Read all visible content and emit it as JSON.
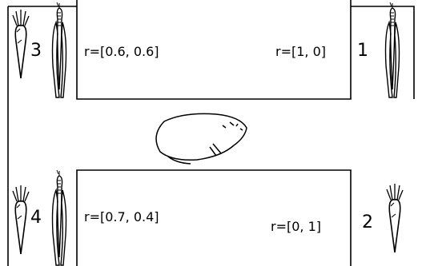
{
  "arms": [
    {
      "number": "1",
      "reward_label": "r=[1, 0]",
      "icons": [
        "corn-icon"
      ]
    },
    {
      "number": "2",
      "reward_label": "r=[0, 1]",
      "icons": [
        "carrot-icon"
      ]
    },
    {
      "number": "3",
      "reward_label": "r=[0.6, 0.6]",
      "icons": [
        "carrot-icon",
        "corn-icon"
      ]
    },
    {
      "number": "4",
      "reward_label": "r=[0.7, 0.4]",
      "icons": [
        "carrot-icon",
        "corn-icon"
      ]
    }
  ],
  "center_icon": "guinea-pig-icon"
}
